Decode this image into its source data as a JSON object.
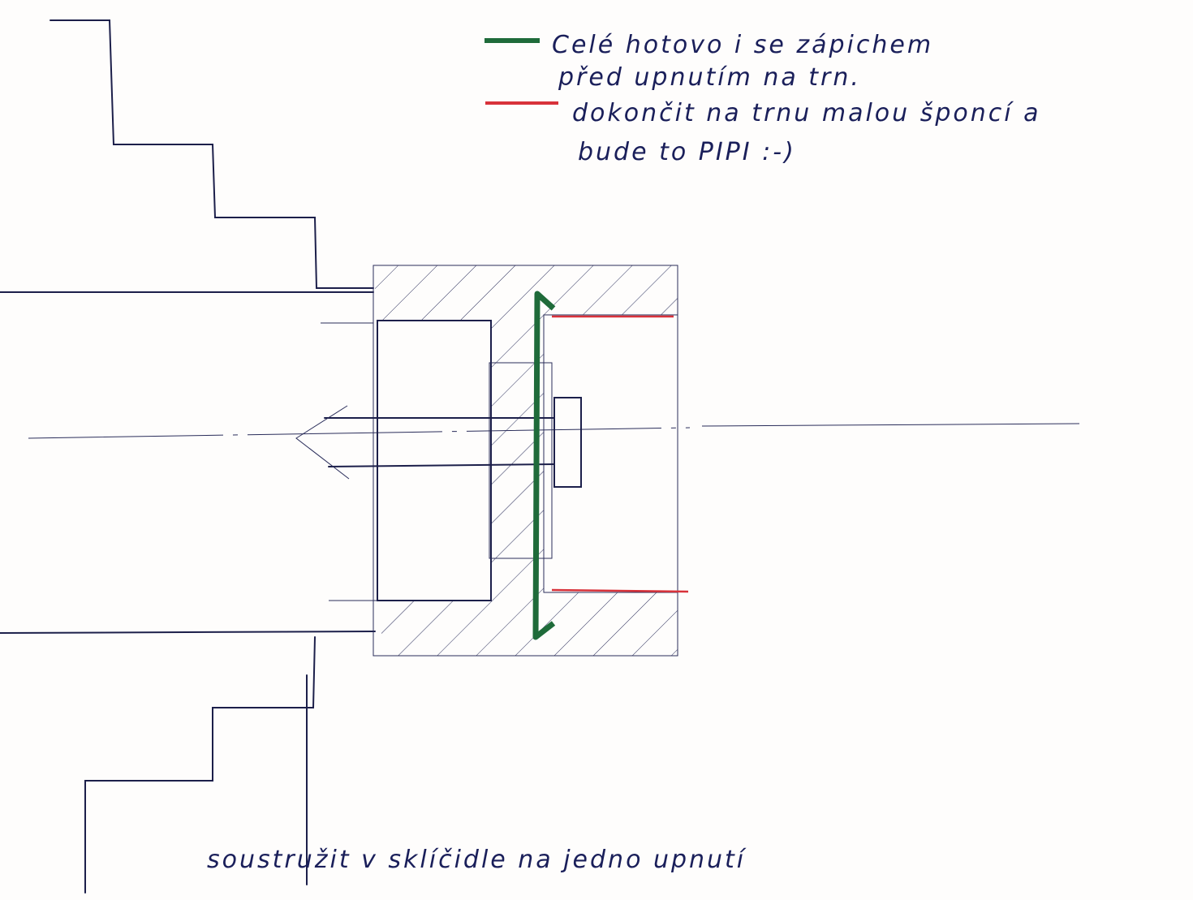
{
  "legend": [
    {
      "color": "#1f6b3a",
      "text_line1": "Celé hotovo i se zápichem",
      "text_line2": "před upnutím na trn."
    },
    {
      "color": "#d8323a",
      "text_line1": "dokončit na trnu malou šponcí a",
      "text_line2": "bude to PIPI :-)"
    }
  ],
  "bottom_note": "soustružit v sklíčidle na jedno upnutí",
  "colors": {
    "ink": "#1c1f4a",
    "green": "#1f6b3a",
    "red": "#d8323a",
    "paper": "#fefdfc"
  }
}
